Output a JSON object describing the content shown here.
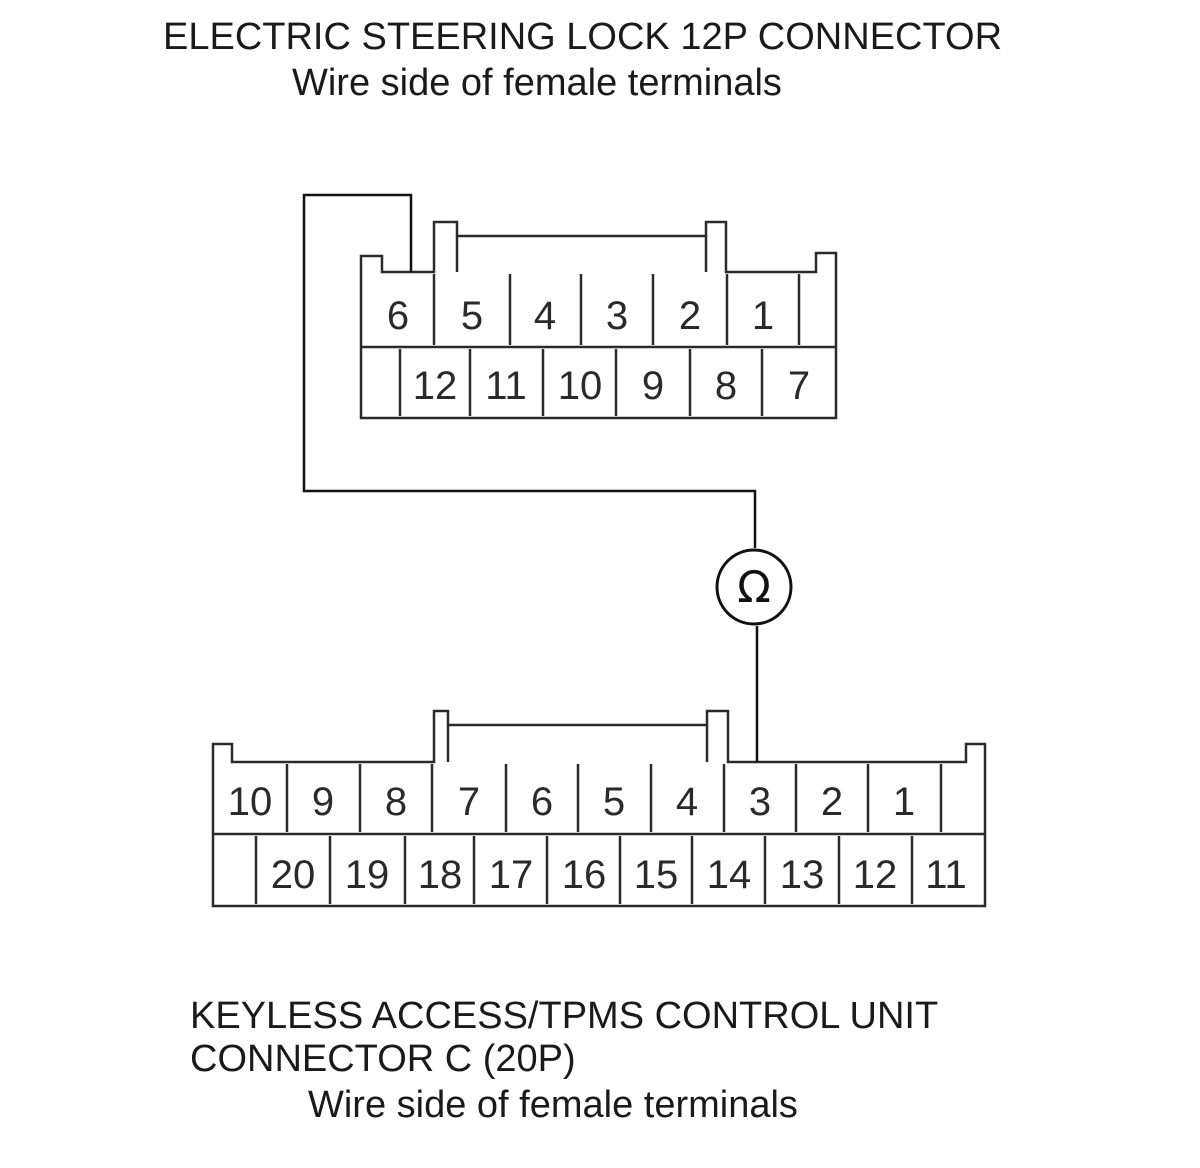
{
  "top_connector": {
    "title": "ELECTRIC STEERING LOCK 12P CONNECTOR",
    "subtitle": "Wire side of female terminals",
    "row1_pins": [
      "6",
      "5",
      "4",
      "3",
      "2",
      "1"
    ],
    "row2_pins": [
      "12",
      "11",
      "10",
      "9",
      "8",
      "7"
    ],
    "probed_pin": "6"
  },
  "meter": {
    "symbol": "Ω"
  },
  "bottom_connector": {
    "title_line1": "KEYLESS ACCESS/TPMS CONTROL UNIT",
    "title_line2": "CONNECTOR C (20P)",
    "subtitle": "Wire side of female terminals",
    "row1_pins": [
      "10",
      "9",
      "8",
      "7",
      "6",
      "5",
      "4",
      "3",
      "2",
      "1"
    ],
    "row2_pins": [
      "20",
      "19",
      "18",
      "17",
      "16",
      "15",
      "14",
      "13",
      "12",
      "11"
    ],
    "probed_pin": "3"
  }
}
